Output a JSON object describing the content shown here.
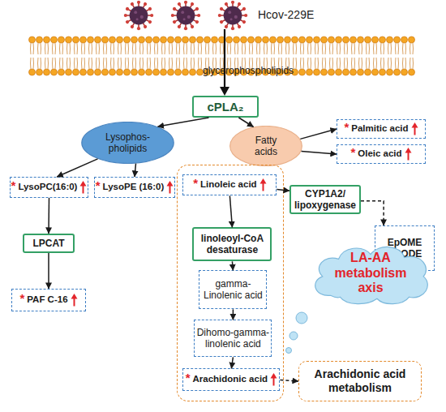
{
  "diagram": {
    "nodes": [
      {
        "text": [
          "cPLA₂"
        ]
      },
      {
        "text": [
          "Lysophos- pholipids"
        ]
      },
      {
        "text": [
          "Fatty acids"
        ]
      },
      {
        "text": [
          "*",
          "Palmitic acid"
        ]
      },
      {
        "text": [
          "*",
          "Oleic acid"
        ]
      },
      {
        "text": [
          "*",
          "LysoPC(16:0)"
        ]
      },
      {
        "text": [
          "*",
          "LysoPE (16:0)"
        ]
      },
      {
        "text": []
      },
      {
        "text": [
          "*",
          "Linoleic acid"
        ],
        "in": 7
      },
      {
        "text": [
          "CYP1A2/ lipoxygenase"
        ]
      },
      {
        "text": [
          "EpOME",
          "HPODE"
        ]
      },
      {
        "text": [
          "LPCAT"
        ]
      },
      {
        "text": [
          "linoleoyl-CoA desaturase"
        ],
        "in": 7
      },
      {
        "text": [
          "LA-AA metabolism axis"
        ]
      },
      {
        "text": [
          "gamma-Linolenic acid"
        ],
        "in": 7
      },
      {
        "text": [
          "*",
          "PAF C-16"
        ]
      },
      {
        "text": [
          "Dihomo-gamma-linolenic acid"
        ],
        "in": 7
      },
      {
        "text": [
          "*",
          "Arachidonic acid"
        ],
        "in": 7
      },
      {
        "text": [
          "Arachidonic acid metabolism"
        ]
      }
    ],
    "edges": [
      {
        "from": 0,
        "to": 1,
        "arrow": "to"
      },
      {
        "from": 0,
        "to": 2,
        "arrow": "to"
      },
      {
        "from": 1,
        "to": 5,
        "arrow": "to"
      },
      {
        "from": 1,
        "to": 6,
        "arrow": "to"
      },
      {
        "from": 2,
        "to": 3,
        "arrow": "to"
      },
      {
        "from": 2,
        "to": 4,
        "arrow": "to"
      },
      {
        "from": 5,
        "to": 11,
        "arrow": "to"
      },
      {
        "from": 11,
        "to": 15,
        "arrow": "to"
      },
      {
        "from": 8,
        "to": 12,
        "arrow": "to"
      },
      {
        "from": 12,
        "to": 14,
        "arrow": "to"
      },
      {
        "from": 14,
        "to": 16,
        "arrow": "to"
      },
      {
        "from": 16,
        "to": 17,
        "arrow": "to"
      },
      {
        "from": 8,
        "to": 9,
        "arrow": "to"
      },
      {
        "from": 9,
        "to": 10,
        "arrow": "to"
      },
      {
        "from": 17,
        "to": 18,
        "arrow": "to"
      }
    ],
    "labels": [
      "Hcov-229E",
      "glycerophospholipids"
    ]
  }
}
